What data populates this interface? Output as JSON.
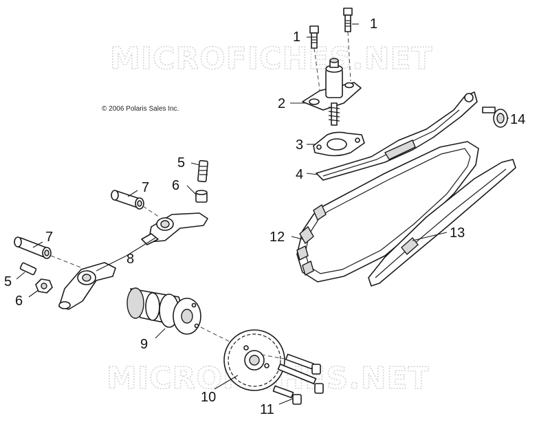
{
  "watermarks": [
    "MICROFICHES.NET",
    "MICROFICHES.NET"
  ],
  "copyright": "© 2006 Polaris Sales Inc.",
  "callouts": [
    {
      "label": "1"
    },
    {
      "label": "1"
    },
    {
      "label": "2"
    },
    {
      "label": "3"
    },
    {
      "label": "4"
    },
    {
      "label": "5"
    },
    {
      "label": "5"
    },
    {
      "label": "6"
    },
    {
      "label": "6"
    },
    {
      "label": "7"
    },
    {
      "label": "7"
    },
    {
      "label": "8"
    },
    {
      "label": "9"
    },
    {
      "label": "10"
    },
    {
      "label": "11"
    },
    {
      "label": "12"
    },
    {
      "label": "13"
    },
    {
      "label": "14"
    }
  ]
}
